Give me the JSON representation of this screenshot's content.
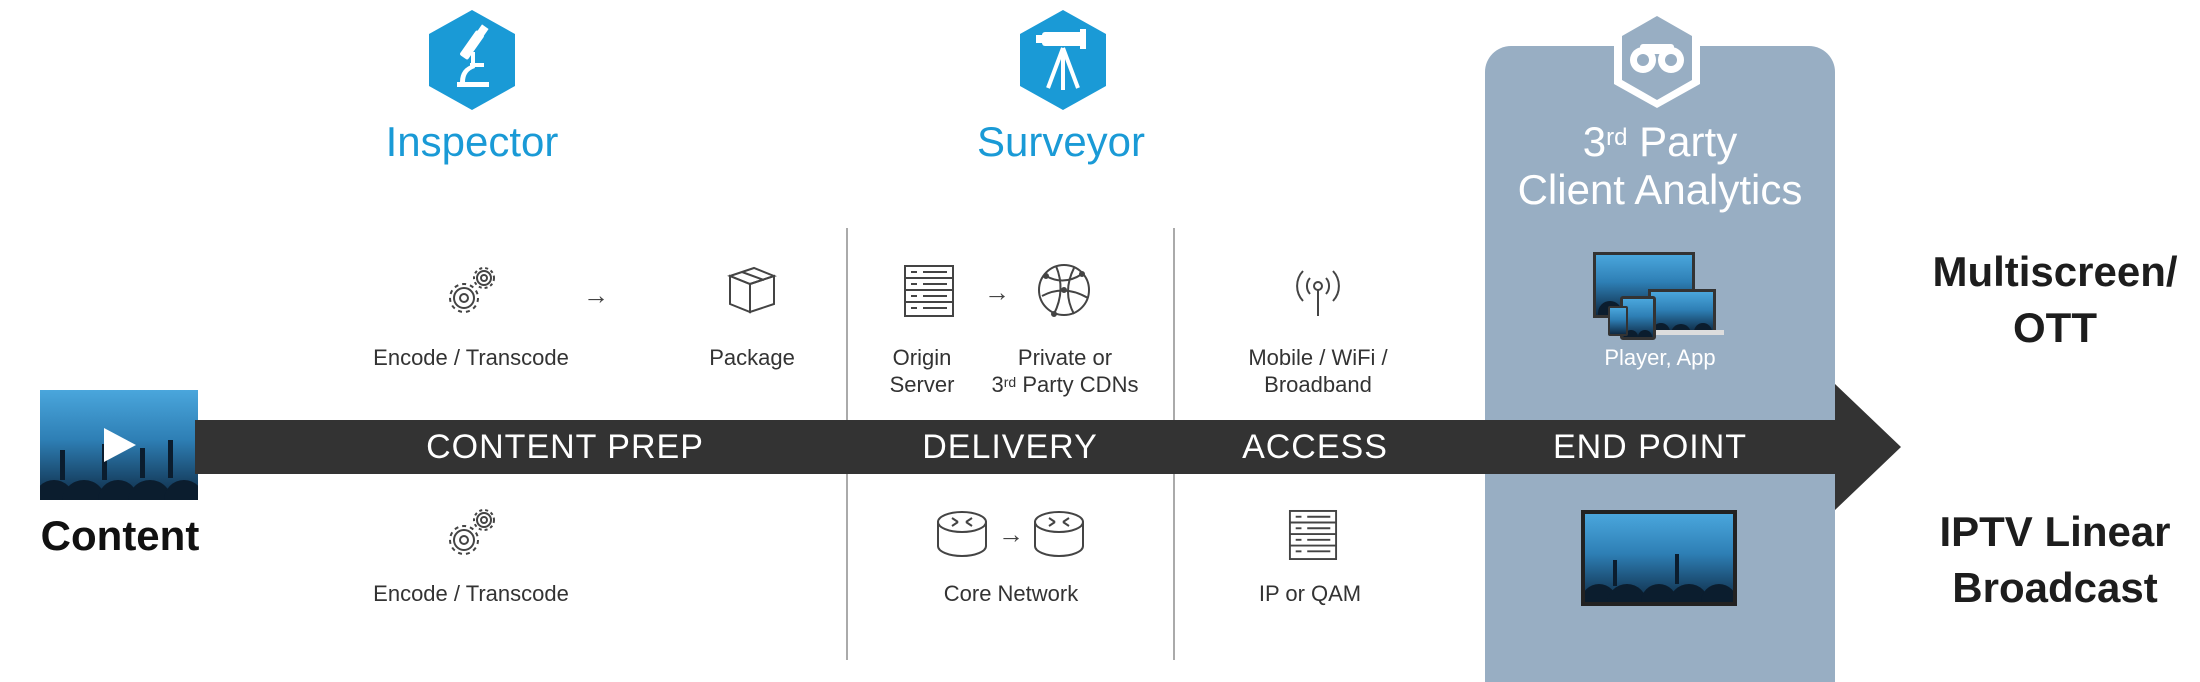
{
  "tools": {
    "inspector": {
      "title": "Inspector",
      "icon": "microscope-icon"
    },
    "surveyor": {
      "title": "Surveyor",
      "icon": "telescope-icon"
    },
    "third_party": {
      "title_sup": "rd",
      "title_pre": "3",
      "title_line1_rest": " Party",
      "title_line2": "Client Analytics",
      "icon": "binoculars-icon"
    }
  },
  "stages": [
    "CONTENT PREP",
    "DELIVERY",
    "ACCESS",
    "END POINT"
  ],
  "top_row": {
    "encode": "Encode / Transcode",
    "package": "Package",
    "origin_line1": "Origin",
    "origin_line2": "Server",
    "cdn_line1": "Private or",
    "cdn_line2_pre": "3",
    "cdn_line2_sup": "rd",
    "cdn_line2_rest": " Party CDNs",
    "access_line1": "Mobile / WiFi /",
    "access_line2": "Broadband",
    "endpoint": "Player, App"
  },
  "bottom_row": {
    "encode": "Encode / Transcode",
    "core": "Core Network",
    "access": "IP or QAM"
  },
  "content_label": "Content",
  "outputs": {
    "top_line1": "Multiscreen/",
    "top_line2": "OTT",
    "bottom_line1": "IPTV Linear",
    "bottom_line2": "Broadcast"
  },
  "colors": {
    "accent": "#1a9ad6",
    "band": "#333333",
    "panel": "#98aec3"
  }
}
